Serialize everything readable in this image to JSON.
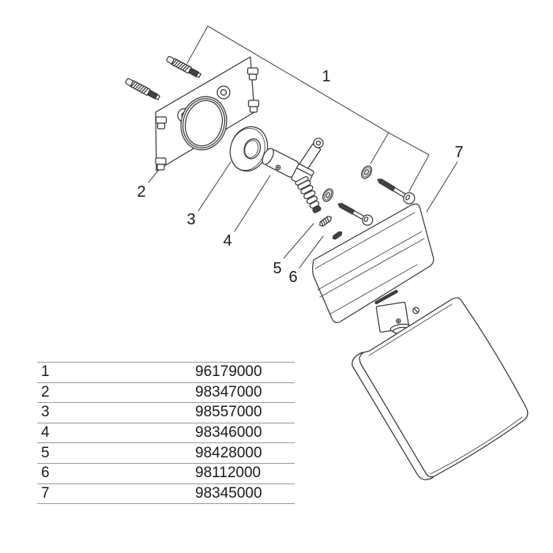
{
  "diagram": {
    "callouts": {
      "c1": "1",
      "c2": "2",
      "c3": "3",
      "c4": "4",
      "c5": "5",
      "c6": "6",
      "c7": "7"
    }
  },
  "parts_table": {
    "rows": [
      {
        "ref": "1",
        "part_number": "96179000"
      },
      {
        "ref": "2",
        "part_number": "98347000"
      },
      {
        "ref": "3",
        "part_number": "98557000"
      },
      {
        "ref": "4",
        "part_number": "98346000"
      },
      {
        "ref": "5",
        "part_number": "98428000"
      },
      {
        "ref": "6",
        "part_number": "98112000"
      },
      {
        "ref": "7",
        "part_number": "98345000"
      }
    ]
  },
  "colors": {
    "background": "#ffffff",
    "line_art": "#3a3a3a",
    "leader_line": "#4f4f4f",
    "table_rule": "#999999",
    "text": "#1b1b1b"
  }
}
